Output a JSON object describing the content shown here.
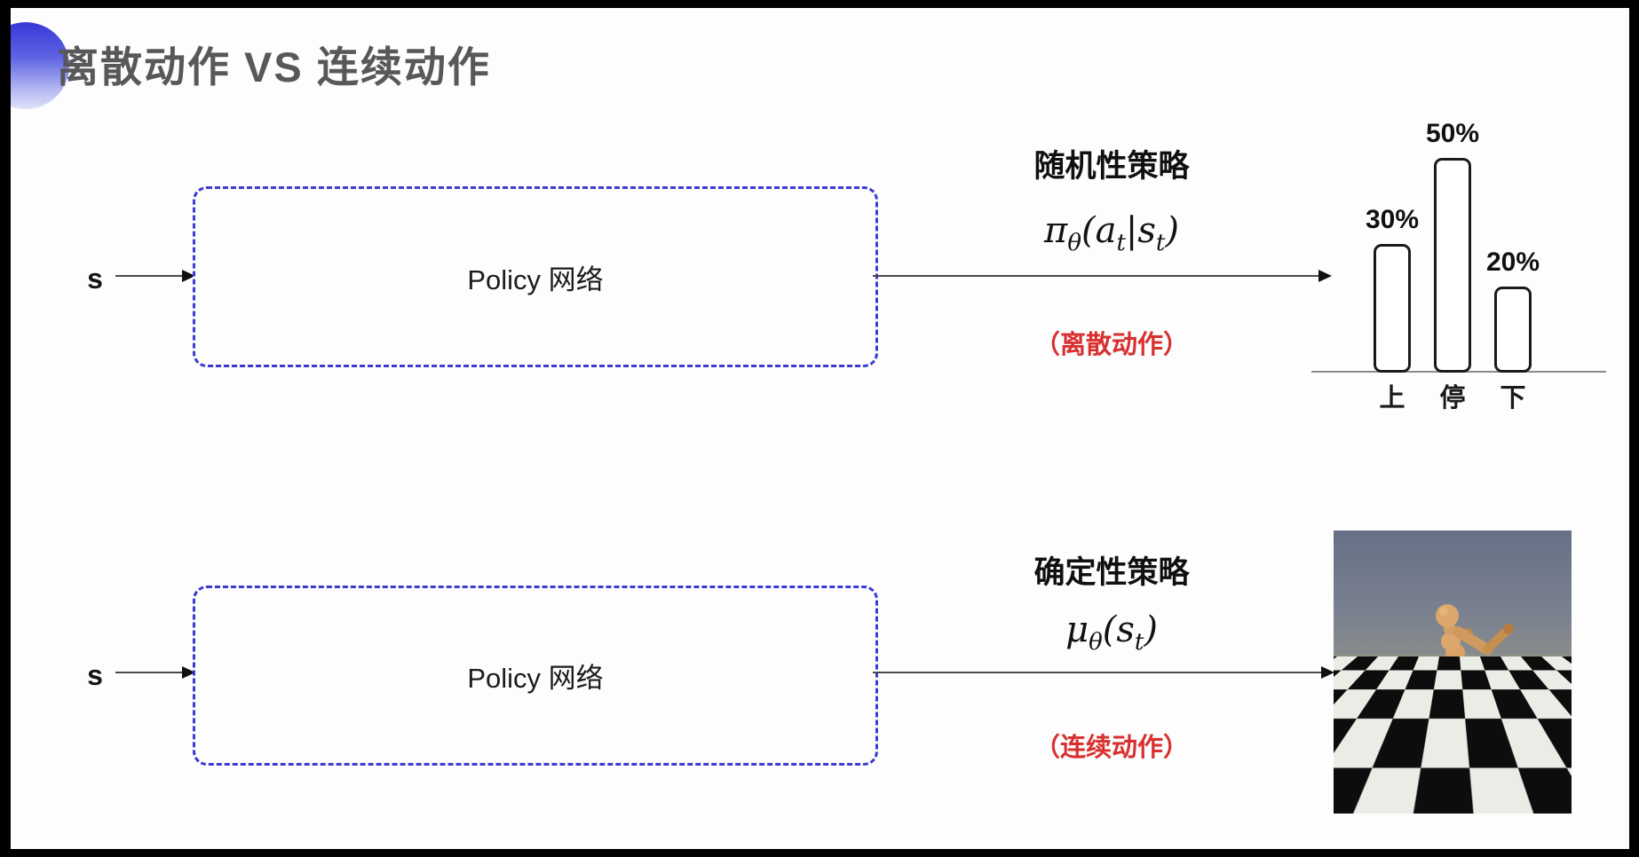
{
  "slide": {
    "title": "离散动作 VS 连续动作",
    "accent_blue": "#3b3bd2",
    "note_red": "#d8302f"
  },
  "top_flow": {
    "input_label": "s",
    "box_label": "Policy 网络",
    "policy_name": "随机性策略",
    "policy_formula": "π_θ(a_t|s_t)",
    "action_note": "（离散动作）"
  },
  "bottom_flow": {
    "input_label": "s",
    "box_label": "Policy 网络",
    "policy_name": "确定性策略",
    "policy_formula": "μ_θ(s_t)",
    "action_note": "（连续动作）"
  },
  "chart_data": {
    "type": "bar",
    "categories": [
      "上",
      "停",
      "下"
    ],
    "values": [
      30,
      50,
      20
    ],
    "value_labels": [
      "30%",
      "50%",
      "20%"
    ],
    "title": "",
    "xlabel": "",
    "ylabel": "",
    "ylim": [
      0,
      55
    ],
    "grid": false,
    "legend": "none",
    "bar_fill": "#ffffff",
    "bar_border": "#1a1a1a"
  },
  "simulation": {
    "subject": "humanoid-robot-on-checkerboard",
    "sky_top": "#667086",
    "sky_bottom": "#8b8e8c",
    "tile_dark": "#0d0d0d",
    "tile_light": "#e9ede5",
    "body_color": "#d49e66"
  }
}
